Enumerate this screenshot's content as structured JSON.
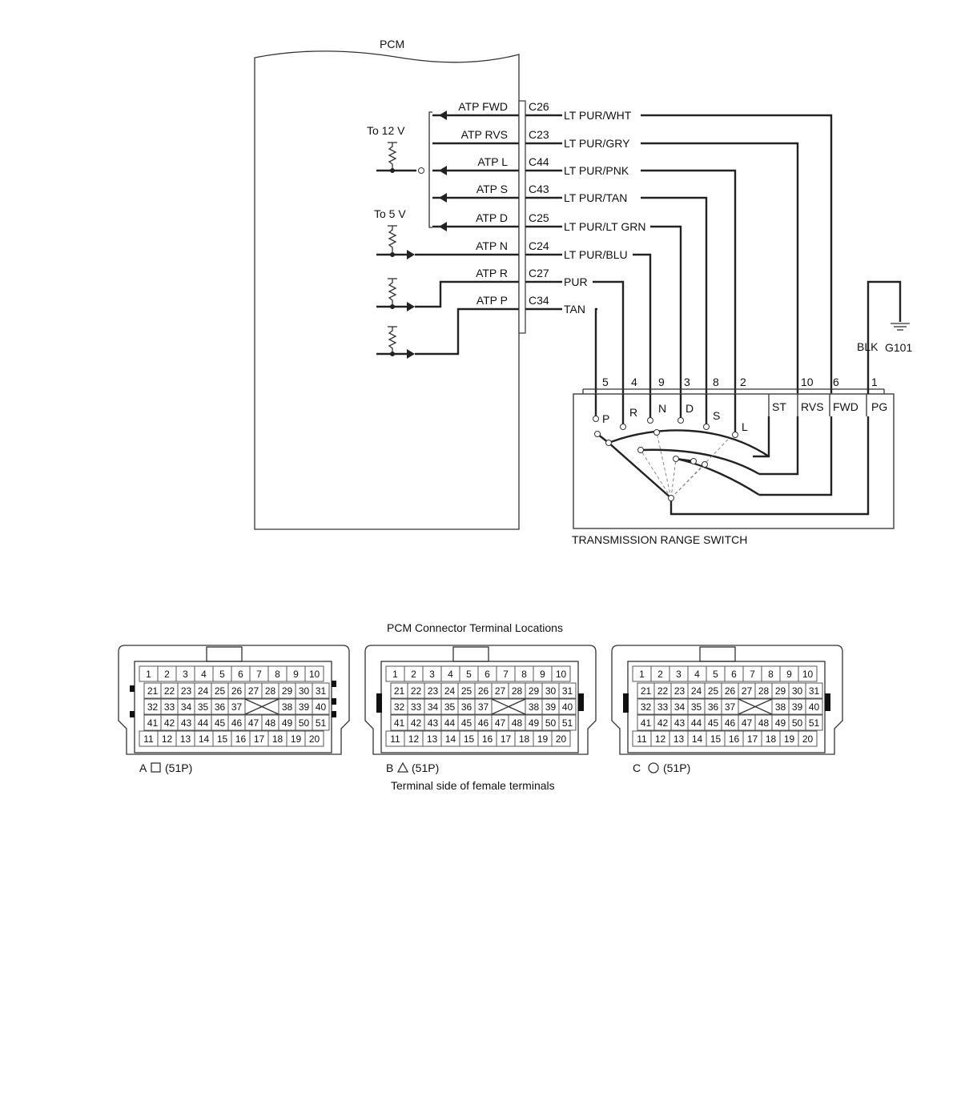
{
  "pcm": {
    "title": "PCM",
    "to12v": "To 12 V",
    "to5v": "To 5 V",
    "signals": [
      {
        "name": "ATP FWD",
        "pin": "C26",
        "wire": "LT PUR/WHT"
      },
      {
        "name": "ATP RVS",
        "pin": "C23",
        "wire": "LT PUR/GRY"
      },
      {
        "name": "ATP L",
        "pin": "C44",
        "wire": "LT PUR/PNK"
      },
      {
        "name": "ATP S",
        "pin": "C43",
        "wire": "LT PUR/TAN"
      },
      {
        "name": "ATP D",
        "pin": "C25",
        "wire": "LT PUR/LT GRN"
      },
      {
        "name": "ATP N",
        "pin": "C24",
        "wire": "LT PUR/BLU"
      },
      {
        "name": "ATP R",
        "pin": "C27",
        "wire": "PUR"
      },
      {
        "name": "ATP P",
        "pin": "C34",
        "wire": "TAN"
      }
    ]
  },
  "switch": {
    "title": "TRANSMISSION RANGE SWITCH",
    "pins": [
      "5",
      "4",
      "9",
      "3",
      "8",
      "2",
      "10",
      "6",
      "1"
    ],
    "positions": [
      "P",
      "R",
      "N",
      "D",
      "S",
      "L"
    ],
    "commons": [
      "ST",
      "RVS",
      "FWD",
      "PG"
    ],
    "ground_wire": "BLK",
    "ground": "G101"
  },
  "connectors": {
    "title": "PCM Connector Terminal Locations",
    "footer": "Terminal side of female terminals",
    "row1": [
      "1",
      "2",
      "3",
      "4",
      "5",
      "6",
      "7",
      "8",
      "9",
      "10"
    ],
    "row2": [
      "21",
      "22",
      "23",
      "24",
      "25",
      "26",
      "27",
      "28",
      "29",
      "30",
      "31"
    ],
    "row3": [
      "32",
      "33",
      "34",
      "35",
      "36",
      "37",
      "38",
      "39",
      "40"
    ],
    "row4": [
      "41",
      "42",
      "43",
      "44",
      "45",
      "46",
      "47",
      "48",
      "49",
      "50",
      "51"
    ],
    "row5": [
      "11",
      "12",
      "13",
      "14",
      "15",
      "16",
      "17",
      "18",
      "19",
      "20"
    ],
    "labels": [
      {
        "letter": "A",
        "count": "(51P)"
      },
      {
        "letter": "B",
        "count": "(51P)"
      },
      {
        "letter": "C",
        "count": "(51P)"
      }
    ]
  }
}
